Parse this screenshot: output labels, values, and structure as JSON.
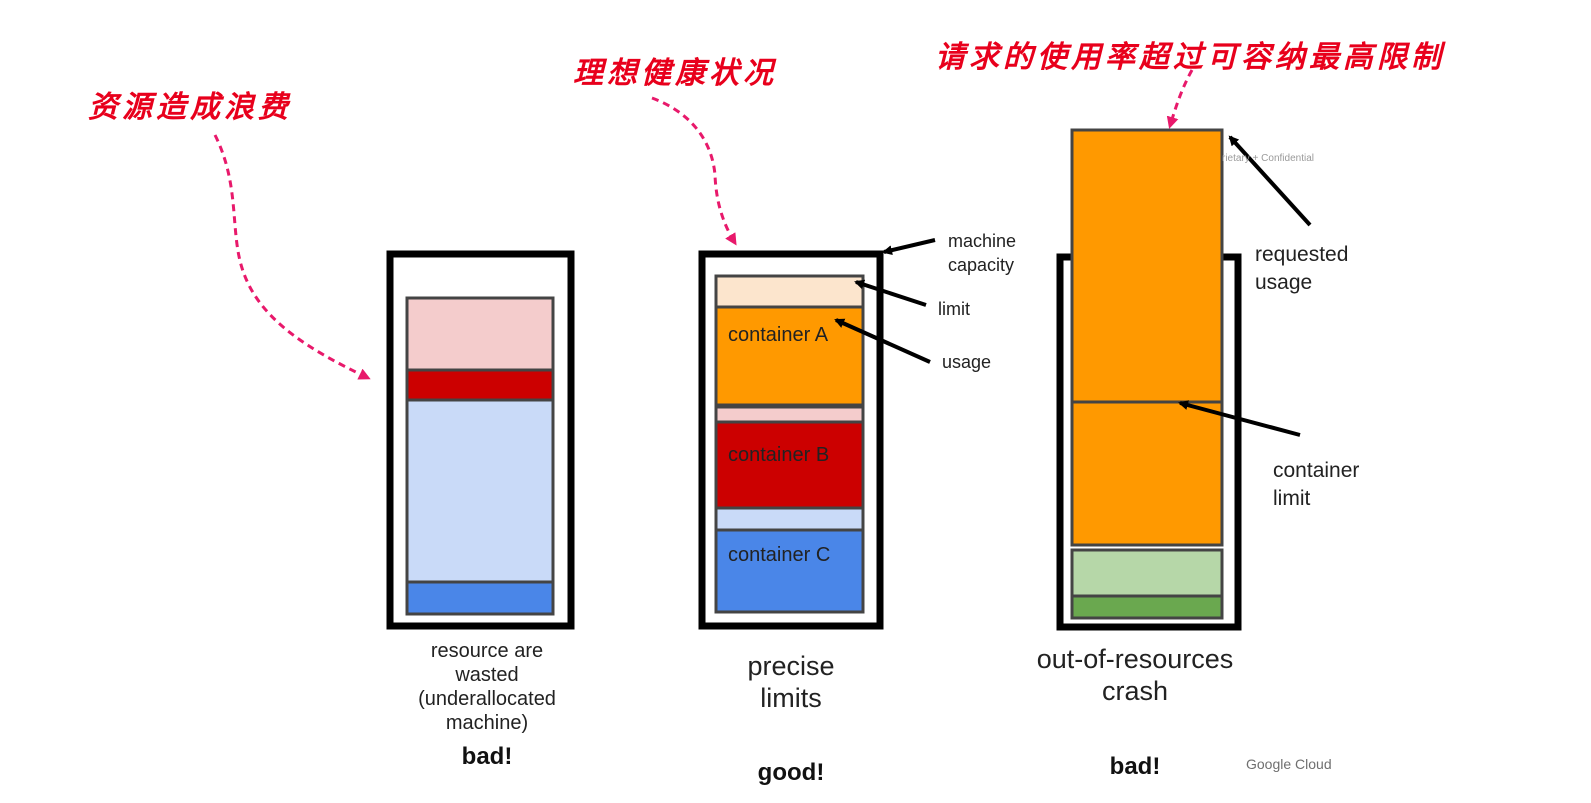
{
  "annotations": {
    "left": "资源造成浪费",
    "middle": "理想健康状况",
    "right": "请求的使用率超过可容纳最高限制"
  },
  "labels": {
    "machine_capacity_1": "machine",
    "machine_capacity_2": "capacity",
    "limit": "limit",
    "usage": "usage",
    "container_a": "container A",
    "container_b": "container B",
    "container_c": "container C",
    "requested_usage_1": "requested",
    "requested_usage_2": "usage",
    "container_limit_1": "container",
    "container_limit_2": "limit",
    "watermark": "rietary + Confidential"
  },
  "captions": {
    "left_1": "resource are",
    "left_2": "wasted",
    "left_3": "(underallocated",
    "left_4": "machine)",
    "left_verdict": "bad!",
    "middle_1": "precise",
    "middle_2": "limits",
    "middle_verdict": "good!",
    "right_1": "out-of-resources",
    "right_2": "crash",
    "right_verdict": "bad!"
  },
  "brand": "Google Cloud",
  "colors": {
    "pink_light": "#f4cccc",
    "red": "#cc0000",
    "blue_light": "#c9daf8",
    "blue": "#4a86e8",
    "peach": "#fce5cd",
    "orange": "#ff9900",
    "green_light": "#b6d7a8",
    "green": "#6aa84f",
    "annotation": "#e8001c"
  }
}
